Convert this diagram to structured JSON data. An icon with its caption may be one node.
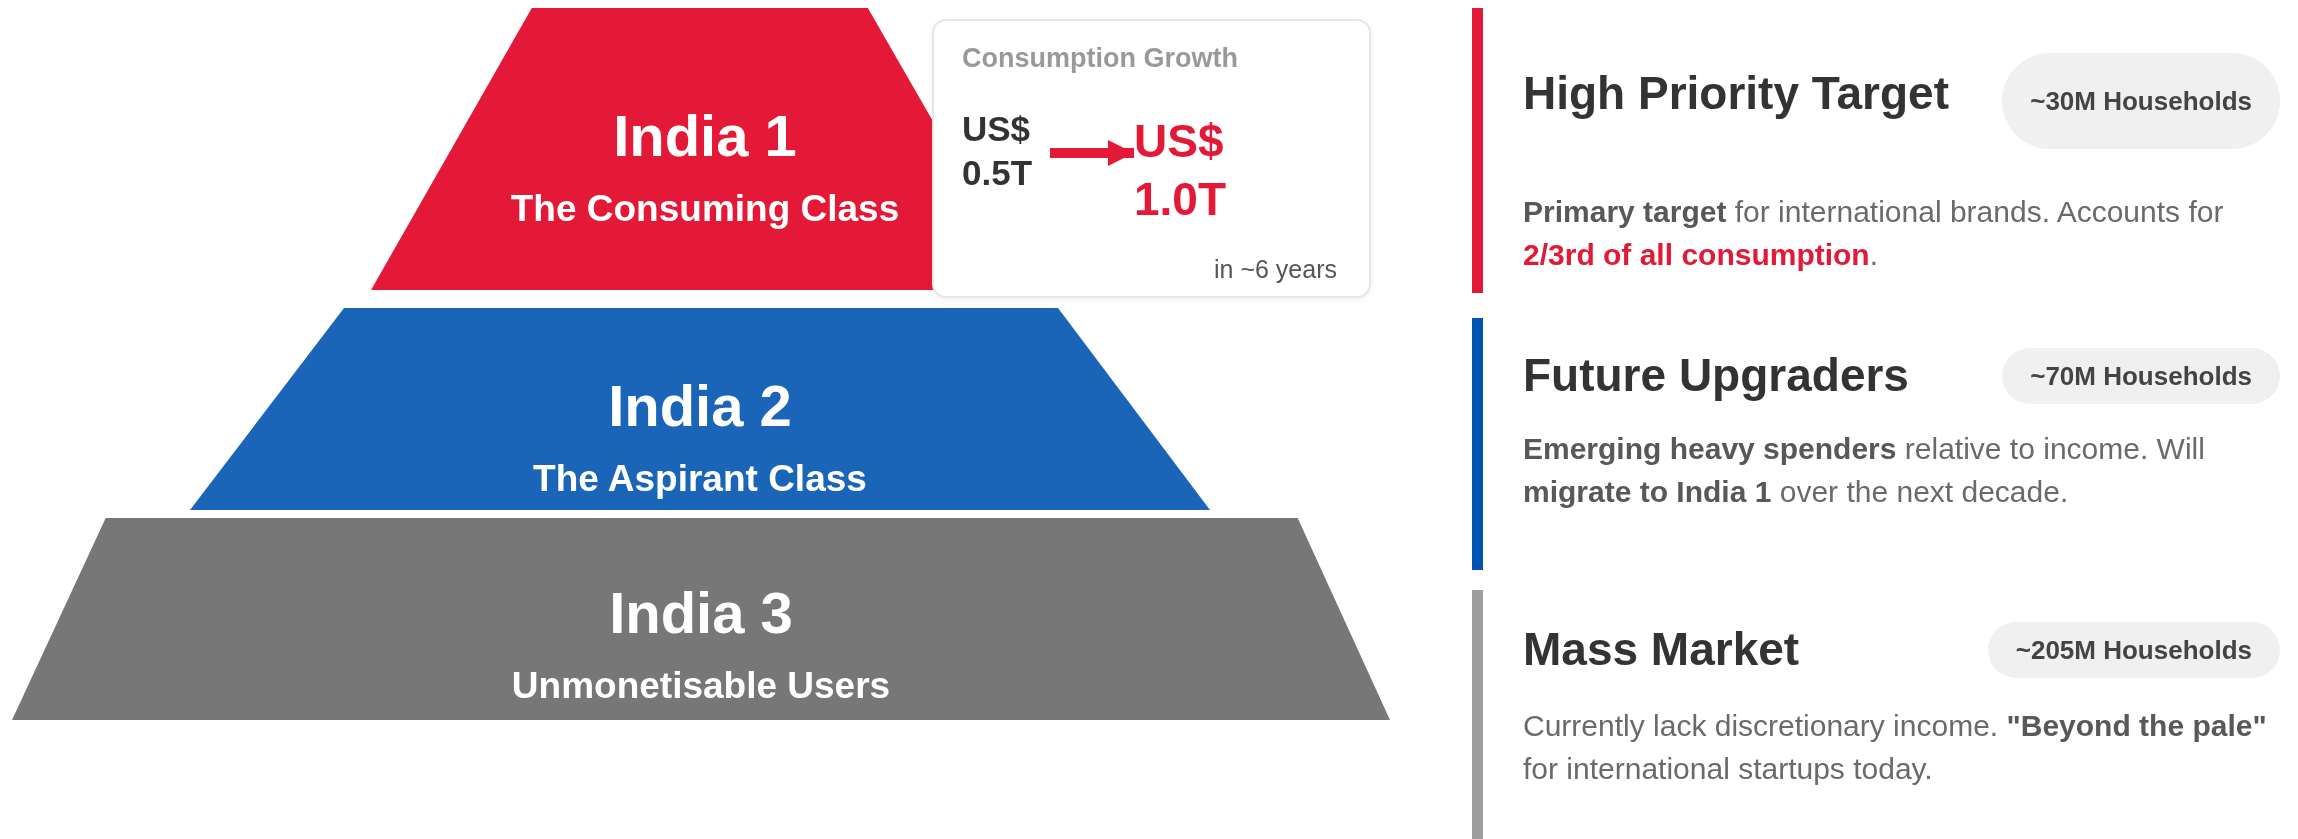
{
  "diagram": {
    "nodes": [
      {
        "text": [
          "India 1",
          "The Consuming Class"
        ]
      },
      {
        "text": [
          "India 2",
          "The Aspirant Class"
        ]
      },
      {
        "text": [
          "India 3",
          "Unmonetisable Users"
        ]
      },
      {
        "text": [
          "Consumption Growth",
          "in ~6 years"
        ]
      },
      {
        "text": [
          "US$ 0.5T"
        ],
        "in": 3
      },
      {
        "text": [
          "US$ 1.0T"
        ],
        "in": 3
      },
      {
        "text": [
          "High Priority Target",
          "**Primary target** for international brands. Accounts for **2/3rd of all consumption**."
        ]
      },
      {
        "text": [
          "~30M Households"
        ],
        "in": 6
      },
      {
        "text": [
          "Future Upgraders",
          "**Emerging heavy spenders** relative to income. Will **migrate to India 1** over the next decade."
        ]
      },
      {
        "text": [
          "~70M Households"
        ],
        "in": 8
      },
      {
        "text": [
          "Mass Market",
          "Currently lack discretionary income. **\"Beyond the pale\"** for international startups today."
        ]
      },
      {
        "text": [
          "~205M Households"
        ],
        "in": 10
      }
    ],
    "edges": [
      {
        "from": 4,
        "to": 5,
        "arrow": "to"
      }
    ]
  }
}
